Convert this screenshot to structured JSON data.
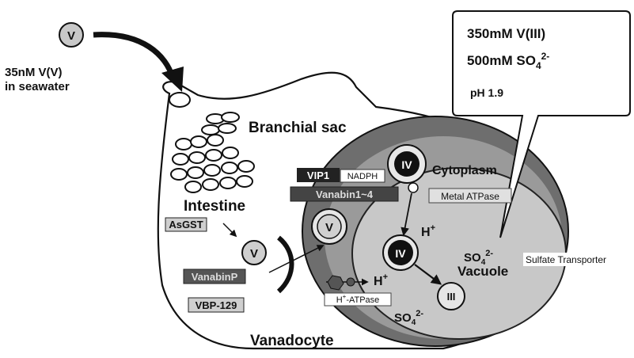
{
  "seawater": {
    "ion": "V",
    "concentration_line1": "35nM V(V)",
    "concentration_line2": "in seawater"
  },
  "callout": {
    "line1": "350mM V(III)",
    "line2_base": "500mM SO",
    "line2_sub": "4",
    "line2_sup": "2-",
    "line3": "pH 1.9"
  },
  "labels": {
    "branchial_sac": "Branchial sac",
    "intestine": "Intestine",
    "cytoplasm": "Cytoplasm",
    "vacuole": "Vacuole",
    "vanadocyte": "Vanadocyte"
  },
  "proteins": {
    "asgst": "AsGST",
    "vanabinp": "VanabinP",
    "vbp129": "VBP-129",
    "vip1": "VIP1",
    "nadph": "NADPH",
    "vanabin": "Vanabin1~4",
    "metal_atpase": "Metal ATPase",
    "sulfate_transporter": "Sulfate Transporter",
    "h_atpase_base": "H",
    "h_atpase_sup": "+",
    "h_atpase_rest": "-ATPase"
  },
  "ions": {
    "v5": "V",
    "v4": "IV",
    "v3": "III",
    "h_base": "H",
    "h_sup": "+",
    "so4_base": "SO",
    "so4_sub": "4",
    "so4_sup": "2-"
  },
  "colors": {
    "cell_outer": "#6e6e6e",
    "cytoplasm": "#9a9a9a",
    "vacuole": "#c8c8c8",
    "dark_label": "#333333"
  }
}
